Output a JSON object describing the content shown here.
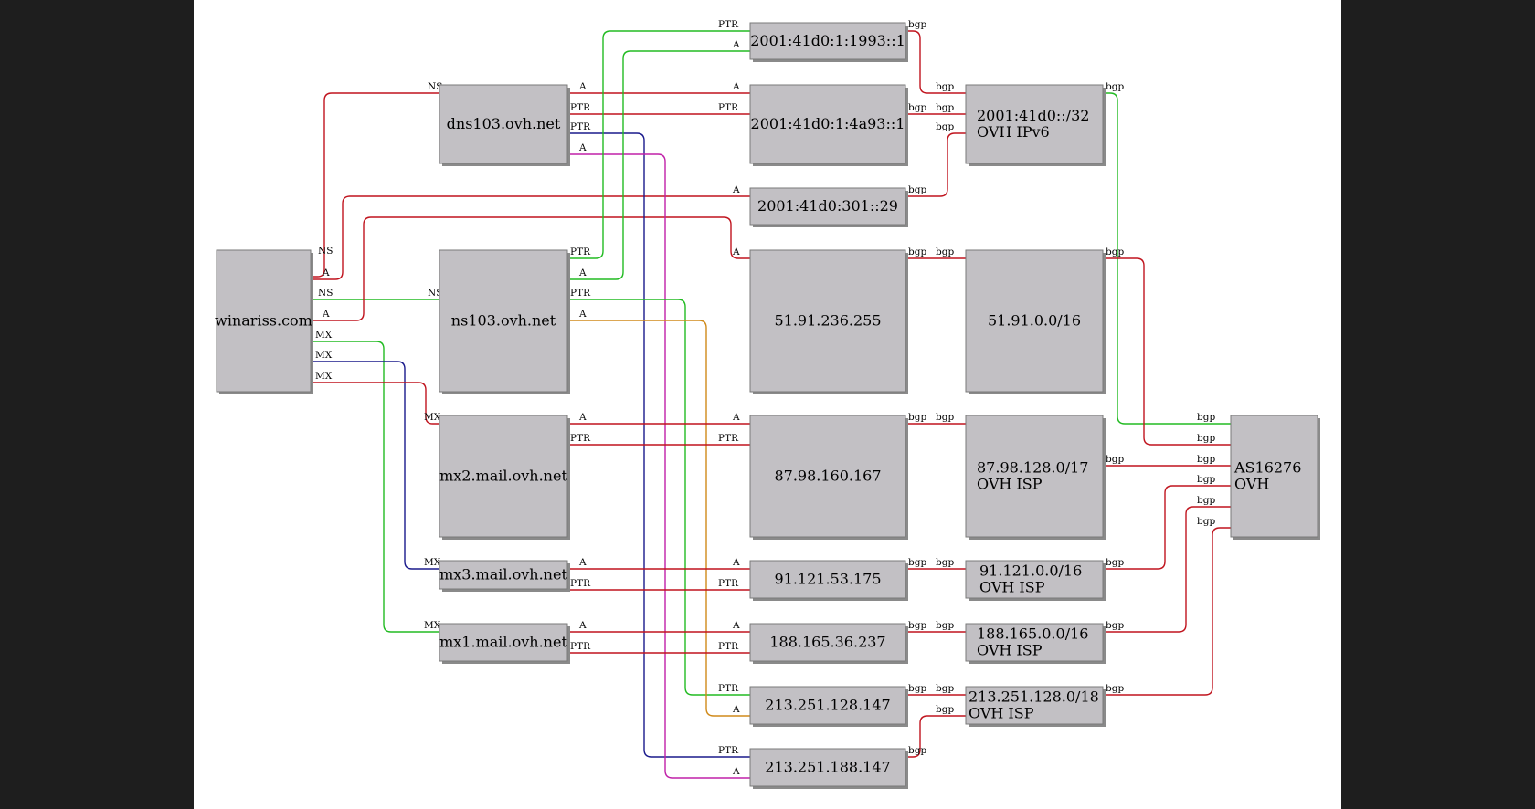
{
  "colors": {
    "background": "#1e1e1e",
    "canvas": "#ffffff",
    "node_fill": "#c2c0c4",
    "red": "#c0141e",
    "green": "#22bb22",
    "navy": "#1a1a8c",
    "magenta": "#c020a8",
    "orange": "#d08a1a"
  },
  "nodes": [
    {
      "id": "winariss",
      "lines": [
        "winariss.com"
      ]
    },
    {
      "id": "dns103",
      "lines": [
        "dns103.ovh.net"
      ]
    },
    {
      "id": "ns103",
      "lines": [
        "ns103.ovh.net"
      ]
    },
    {
      "id": "mx2",
      "lines": [
        "mx2.mail.ovh.net"
      ]
    },
    {
      "id": "mx3",
      "lines": [
        "mx3.mail.ovh.net"
      ]
    },
    {
      "id": "mx1",
      "lines": [
        "mx1.mail.ovh.net"
      ]
    },
    {
      "id": "ip6a",
      "lines": [
        "2001:41d0:1:1993::1"
      ]
    },
    {
      "id": "ip6b",
      "lines": [
        "2001:41d0:1:4a93::1"
      ]
    },
    {
      "id": "ip6c",
      "lines": [
        "2001:41d0:301::29"
      ]
    },
    {
      "id": "ip51",
      "lines": [
        "51.91.236.255"
      ]
    },
    {
      "id": "ip87",
      "lines": [
        "87.98.160.167"
      ]
    },
    {
      "id": "ip91",
      "lines": [
        "91.121.53.175"
      ]
    },
    {
      "id": "ip188",
      "lines": [
        "188.165.36.237"
      ]
    },
    {
      "id": "ip213a",
      "lines": [
        "213.251.128.147"
      ]
    },
    {
      "id": "ip213b",
      "lines": [
        "213.251.188.147"
      ]
    },
    {
      "id": "net6",
      "lines": [
        "2001:41d0::/32",
        "OVH IPv6"
      ]
    },
    {
      "id": "net51",
      "lines": [
        "51.91.0.0/16"
      ]
    },
    {
      "id": "net87",
      "lines": [
        "87.98.128.0/17",
        "OVH ISP"
      ]
    },
    {
      "id": "net91",
      "lines": [
        "91.121.0.0/16",
        "OVH ISP"
      ]
    },
    {
      "id": "net188",
      "lines": [
        "188.165.0.0/16",
        "OVH ISP"
      ]
    },
    {
      "id": "net213",
      "lines": [
        "213.251.128.0/18",
        "OVH ISP"
      ]
    },
    {
      "id": "as",
      "lines": [
        "AS16276",
        "OVH"
      ]
    }
  ],
  "edges": [
    {
      "id": "e-ns-dns103",
      "from": "winariss",
      "to": "dns103",
      "label_from": "NS",
      "label_to": "NS",
      "color": "red"
    },
    {
      "id": "e-a-ip6c",
      "from": "winariss",
      "to": "ip6c",
      "label_from": "A",
      "label_to": "A",
      "color": "red"
    },
    {
      "id": "e-ns-ns103",
      "from": "winariss",
      "to": "ns103",
      "label_from": "NS",
      "label_to": "NS",
      "color": "green"
    },
    {
      "id": "e-a-ip51",
      "from": "winariss",
      "to": "ip51",
      "label_from": "A",
      "label_to": "A",
      "color": "red"
    },
    {
      "id": "e-mx-mx1",
      "from": "winariss",
      "to": "mx1",
      "label_from": "MX",
      "label_to": "MX",
      "color": "green"
    },
    {
      "id": "e-mx-mx3",
      "from": "winariss",
      "to": "mx3",
      "label_from": "MX",
      "label_to": "MX",
      "color": "navy"
    },
    {
      "id": "e-mx-mx2",
      "from": "winariss",
      "to": "mx2",
      "label_from": "MX",
      "label_to": "MX",
      "color": "red"
    },
    {
      "id": "e-dns103-a-ip6b",
      "from": "dns103",
      "to": "ip6b",
      "label_from": "A",
      "label_to": "A",
      "color": "red"
    },
    {
      "id": "e-dns103-ptr-ip6b",
      "from": "dns103",
      "to": "ip6b",
      "label_from": "PTR",
      "label_to": "PTR",
      "color": "red"
    },
    {
      "id": "e-dns103-ptr-ip213b",
      "from": "dns103",
      "to": "ip213b",
      "label_from": "PTR",
      "label_to": "PTR",
      "color": "navy"
    },
    {
      "id": "e-dns103-a-ip213b",
      "from": "dns103",
      "to": "ip213b",
      "label_from": "A",
      "label_to": "A",
      "color": "magenta"
    },
    {
      "id": "e-ns103-ptr-ip6a",
      "from": "ns103",
      "to": "ip6a",
      "label_from": "PTR",
      "label_to": "PTR",
      "color": "green"
    },
    {
      "id": "e-ns103-a-ip6a",
      "from": "ns103",
      "to": "ip6a",
      "label_from": "A",
      "label_to": "A",
      "color": "green"
    },
    {
      "id": "e-ns103-ptr-ip213a",
      "from": "ns103",
      "to": "ip213a",
      "label_from": "PTR",
      "label_to": "PTR",
      "color": "green"
    },
    {
      "id": "e-ns103-a-ip213a",
      "from": "ns103",
      "to": "ip213a",
      "label_from": "A",
      "label_to": "A",
      "color": "orange"
    },
    {
      "id": "e-mx2-a",
      "from": "mx2",
      "to": "ip87",
      "label_from": "A",
      "label_to": "A",
      "color": "red"
    },
    {
      "id": "e-mx2-ptr",
      "from": "mx2",
      "to": "ip87",
      "label_from": "PTR",
      "label_to": "PTR",
      "color": "red"
    },
    {
      "id": "e-mx3-a",
      "from": "mx3",
      "to": "ip91",
      "label_from": "A",
      "label_to": "A",
      "color": "red"
    },
    {
      "id": "e-mx3-ptr",
      "from": "mx3",
      "to": "ip91",
      "label_from": "PTR",
      "label_to": "PTR",
      "color": "red"
    },
    {
      "id": "e-mx1-a",
      "from": "mx1",
      "to": "ip188",
      "label_from": "A",
      "label_to": "A",
      "color": "red"
    },
    {
      "id": "e-mx1-ptr",
      "from": "mx1",
      "to": "ip188",
      "label_from": "PTR",
      "label_to": "PTR",
      "color": "red"
    },
    {
      "id": "e-bgp-ip6a",
      "from": "ip6a",
      "to": "net6",
      "label_from": "bgp",
      "label_to": "bgp",
      "color": "red"
    },
    {
      "id": "e-bgp-ip6b",
      "from": "ip6b",
      "to": "net6",
      "label_from": "bgp",
      "label_to": "bgp",
      "color": "red"
    },
    {
      "id": "e-bgp-ip6c",
      "from": "ip6c",
      "to": "net6",
      "label_from": "bgp",
      "label_to": "bgp",
      "color": "red"
    },
    {
      "id": "e-bgp-ip51",
      "from": "ip51",
      "to": "net51",
      "label_from": "bgp",
      "label_to": "bgp",
      "color": "red"
    },
    {
      "id": "e-bgp-ip87",
      "from": "ip87",
      "to": "net87",
      "label_from": "bgp",
      "label_to": "bgp",
      "color": "red"
    },
    {
      "id": "e-bgp-ip91",
      "from": "ip91",
      "to": "net91",
      "label_from": "bgp",
      "label_to": "bgp",
      "color": "red"
    },
    {
      "id": "e-bgp-ip188",
      "from": "ip188",
      "to": "net188",
      "label_from": "bgp",
      "label_to": "bgp",
      "color": "red"
    },
    {
      "id": "e-bgp-ip213a",
      "from": "ip213a",
      "to": "net213",
      "label_from": "bgp",
      "label_to": "bgp",
      "color": "red"
    },
    {
      "id": "e-bgp-ip213b",
      "from": "ip213b",
      "to": "net213",
      "label_from": "bgp",
      "label_to": "bgp",
      "color": "red"
    },
    {
      "id": "e-bgp-net6",
      "from": "net6",
      "to": "as",
      "label_from": "bgp",
      "label_to": "bgp",
      "color": "green"
    },
    {
      "id": "e-bgp-net51",
      "from": "net51",
      "to": "as",
      "label_from": "bgp",
      "label_to": "bgp",
      "color": "red"
    },
    {
      "id": "e-bgp-net87",
      "from": "net87",
      "to": "as",
      "label_from": "bgp",
      "label_to": "bgp",
      "color": "red"
    },
    {
      "id": "e-bgp-net91",
      "from": "net91",
      "to": "as",
      "label_from": "bgp",
      "label_to": "bgp",
      "color": "red"
    },
    {
      "id": "e-bgp-net188",
      "from": "net188",
      "to": "as",
      "label_from": "bgp",
      "label_to": "bgp",
      "color": "red"
    },
    {
      "id": "e-bgp-net213",
      "from": "net213",
      "to": "as",
      "label_from": "bgp",
      "label_to": "bgp",
      "color": "red"
    }
  ]
}
